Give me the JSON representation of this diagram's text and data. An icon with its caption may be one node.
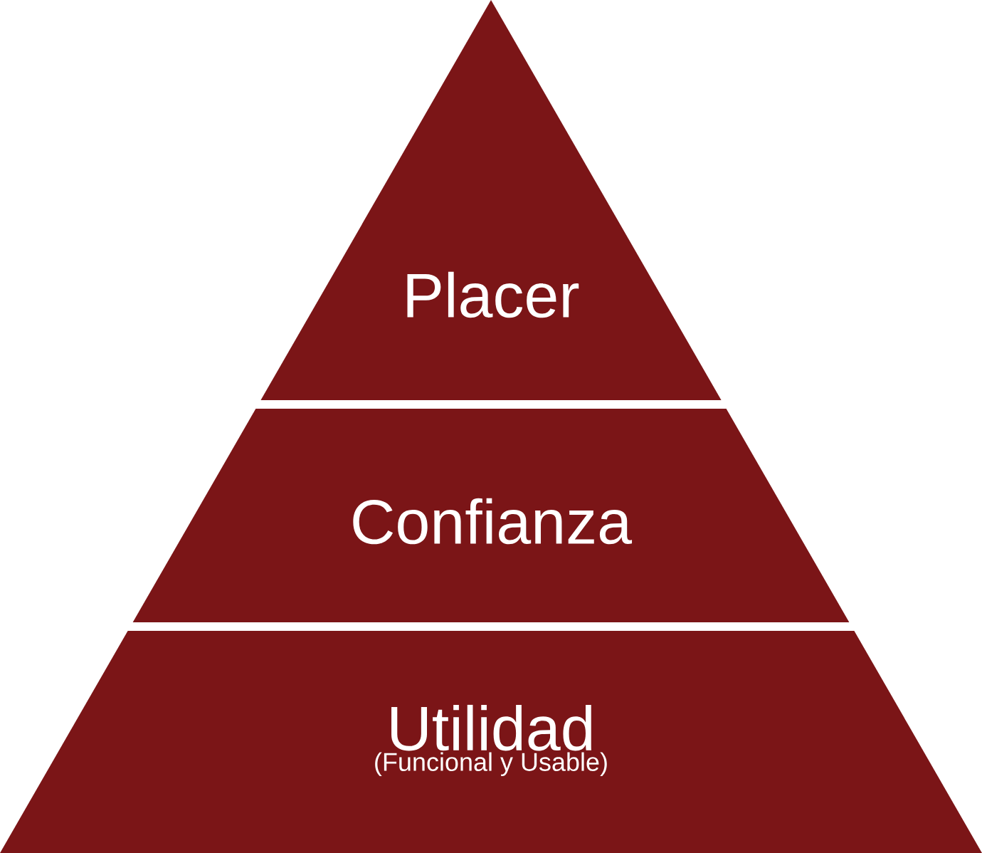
{
  "diagram": {
    "nodes": [
      {
        "text": [
          "Placer"
        ]
      },
      {
        "text": [
          "Confianza"
        ]
      },
      {
        "text": [
          "Utilidad",
          "(Funcional y Usable)"
        ]
      }
    ]
  }
}
